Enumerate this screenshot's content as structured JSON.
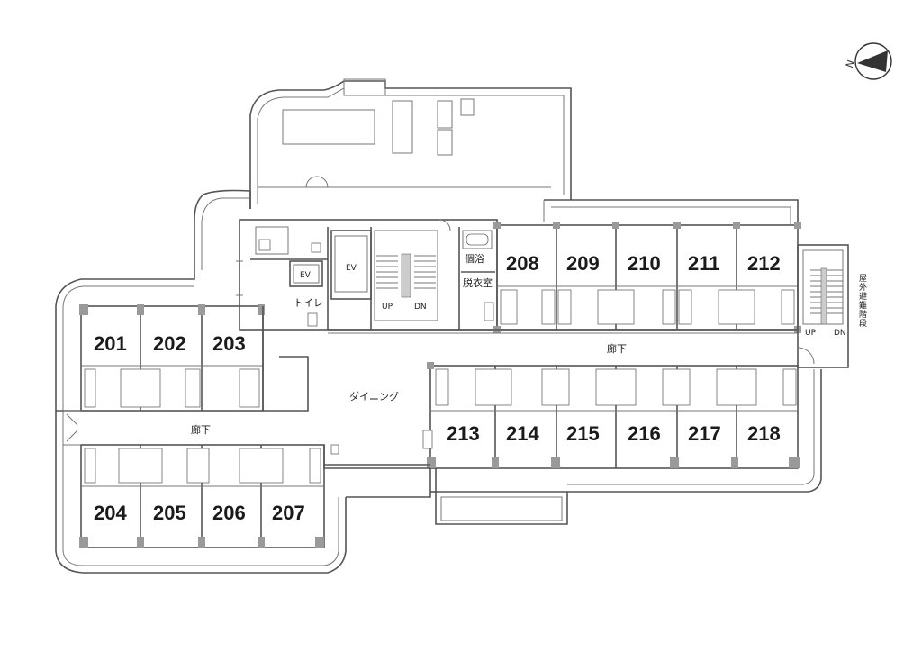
{
  "rooms": {
    "r201": "201",
    "r202": "202",
    "r203": "203",
    "r204": "204",
    "r205": "205",
    "r206": "206",
    "r207": "207",
    "r208": "208",
    "r209": "209",
    "r210": "210",
    "r211": "211",
    "r212": "212",
    "r213": "213",
    "r214": "214",
    "r215": "215",
    "r216": "216",
    "r217": "217",
    "r218": "218"
  },
  "labels": {
    "dining": "ダイニング",
    "corridor_left": "廊下",
    "corridor_right": "廊下",
    "toilet": "トイレ",
    "ev_small": "EV",
    "ev_large": "EV",
    "bath": "個浴",
    "dressing": "脱衣室",
    "stair_up": "UP",
    "stair_dn": "DN",
    "ext_up": "UP",
    "ext_dn": "DN",
    "ext_stairs": "屋外避難階段"
  },
  "compass": {
    "north_mark": "N"
  },
  "colors": {
    "wall": "#555555",
    "column": "#9a9a9a",
    "text": "#1a1a1a"
  }
}
